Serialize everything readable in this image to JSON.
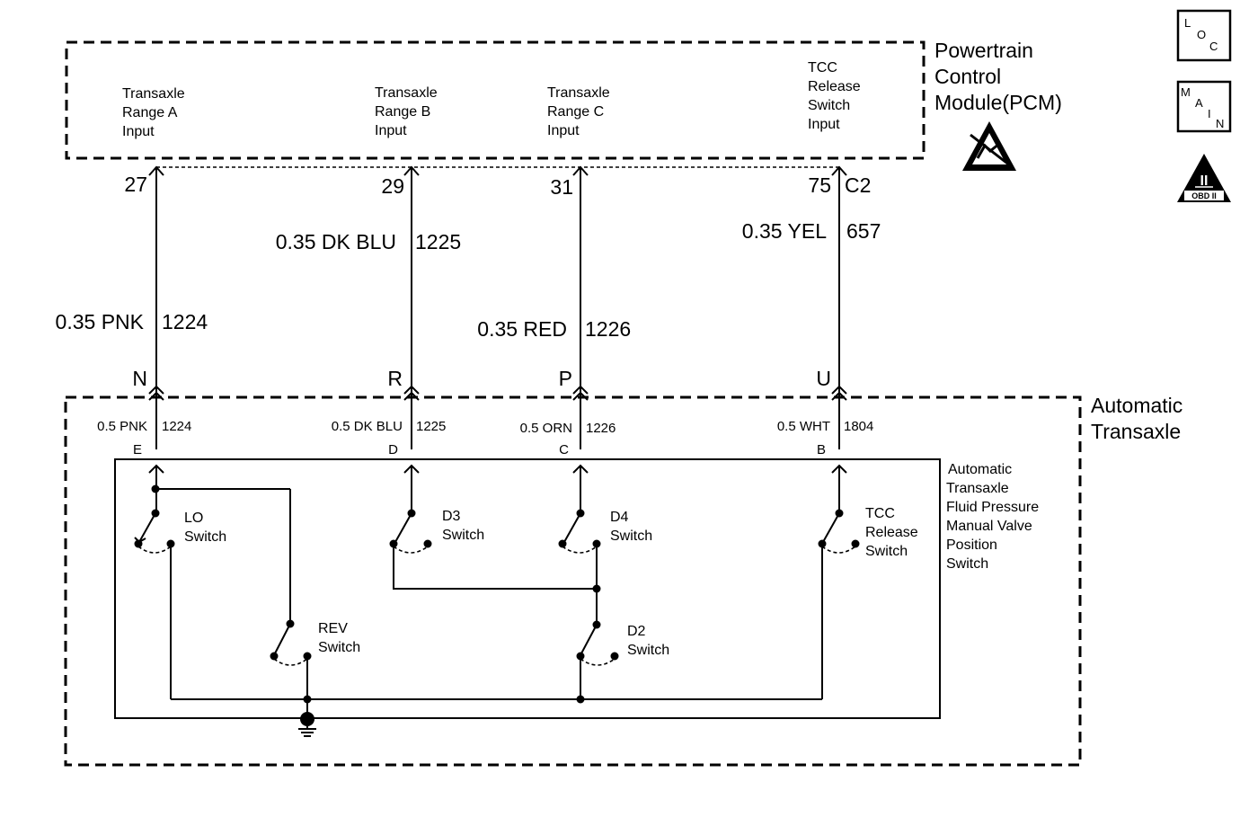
{
  "pcm": {
    "title_lines": [
      "Powertrain",
      "Control",
      "Module(PCM)"
    ],
    "inputs": [
      {
        "lines": [
          "Transaxle",
          "Range A",
          "Input"
        ]
      },
      {
        "lines": [
          "Transaxle",
          "Range B",
          "Input"
        ]
      },
      {
        "lines": [
          "Transaxle",
          "Range C",
          "Input"
        ]
      },
      {
        "lines": [
          "TCC",
          "Release",
          "Switch",
          "Input"
        ]
      }
    ],
    "pins": [
      "27",
      "29",
      "31",
      "75"
    ],
    "connector": "C2"
  },
  "harness_wires": [
    {
      "color": "0.35 PNK",
      "circuit": "1224"
    },
    {
      "color": "0.35 DK BLU",
      "circuit": "1225"
    },
    {
      "color": "0.35 RED",
      "circuit": "1226"
    },
    {
      "color": "0.35 YEL",
      "circuit": "657"
    }
  ],
  "inline_connector_letters": [
    "N",
    "R",
    "P",
    "U"
  ],
  "transaxle": {
    "title_lines": [
      "Automatic",
      "Transaxle"
    ],
    "wires": [
      {
        "color": "0.5 PNK",
        "circuit": "1224"
      },
      {
        "color": "0.5 DK BLU",
        "circuit": "1225"
      },
      {
        "color": "0.5 ORN",
        "circuit": "1226"
      },
      {
        "color": "0.5 WHT",
        "circuit": "1804"
      }
    ],
    "pins": [
      "E",
      "D",
      "C",
      "B"
    ],
    "switch_assembly_lines": [
      "Automatic",
      "Transaxle",
      "Fluid Pressure",
      "Manual Valve",
      "Position",
      "Switch"
    ],
    "switches": [
      {
        "lines": [
          "LO",
          "Switch"
        ]
      },
      {
        "lines": [
          "D3",
          "Switch"
        ]
      },
      {
        "lines": [
          "D4",
          "Switch"
        ]
      },
      {
        "lines": [
          "TCC",
          "Release",
          "Switch"
        ]
      },
      {
        "lines": [
          "REV",
          "Switch"
        ]
      },
      {
        "lines": [
          "D2",
          "Switch"
        ]
      }
    ]
  },
  "badges": {
    "loc": [
      "L",
      "O",
      "C"
    ],
    "main": [
      "M",
      "A",
      "I",
      "N"
    ],
    "obd": [
      "II",
      "OBD II"
    ]
  }
}
